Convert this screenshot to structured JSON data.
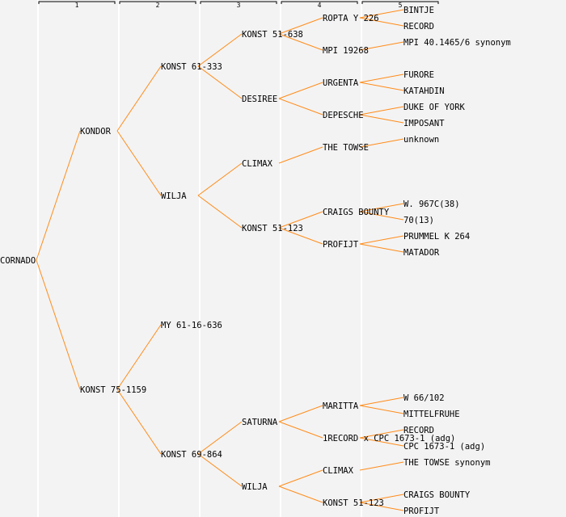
{
  "colors": {
    "line": "#ff8c1a",
    "text": "#000000",
    "highlight": "#0000ff",
    "background": "#f3f3f3",
    "divider": "#ffffff"
  },
  "generations": [
    "1",
    "2",
    "3",
    "4",
    "5"
  ],
  "tree": {
    "label": "CORNADO",
    "children": [
      {
        "label": "KONDOR",
        "children": [
          {
            "label": "KONST 61-333",
            "children": [
              {
                "label": "KONST 51-638",
                "children": [
                  {
                    "label": "ROPTA Y 226",
                    "children": [
                      {
                        "label": "BINTJE"
                      },
                      {
                        "label": "RECORD"
                      }
                    ]
                  },
                  {
                    "label": "MPI 19268",
                    "highlight": true,
                    "children": [
                      {
                        "label": "MPI 40.1465/6 synonym"
                      },
                      null
                    ]
                  }
                ]
              },
              {
                "label": "DESIREE",
                "children": [
                  {
                    "label": "URGENTA",
                    "children": [
                      {
                        "label": "FURORE"
                      },
                      {
                        "label": "KATAHDIN"
                      }
                    ]
                  },
                  {
                    "label": "DEPESCHE",
                    "children": [
                      {
                        "label": "DUKE OF YORK"
                      },
                      {
                        "label": "IMPOSANT"
                      }
                    ]
                  }
                ]
              }
            ]
          },
          {
            "label": "WILJA",
            "children": [
              {
                "label": "CLIMAX",
                "highlight": true,
                "children": [
                  {
                    "label": "THE TOWSE",
                    "children": [
                      {
                        "label": "unknown"
                      },
                      null
                    ]
                  },
                  null
                ]
              },
              {
                "label": "KONST 51-123",
                "children": [
                  {
                    "label": "CRAIGS BOUNTY",
                    "children": [
                      {
                        "label": "W. 967C(38)"
                      },
                      {
                        "label": "70(13)"
                      }
                    ]
                  },
                  {
                    "label": "PROFIJT",
                    "children": [
                      {
                        "label": "PRUMMEL K 264"
                      },
                      {
                        "label": "MATADOR"
                      }
                    ]
                  }
                ]
              }
            ]
          }
        ]
      },
      {
        "label": "KONST 75-1159",
        "children": [
          {
            "label": "MY 61-16-636"
          },
          {
            "label": "KONST 69-864",
            "children": [
              {
                "label": "SATURNA",
                "children": [
                  {
                    "label": "MARITTA",
                    "children": [
                      {
                        "label": "W 66/102"
                      },
                      {
                        "label": "MITTELFRUHE"
                      }
                    ]
                  },
                  {
                    "label": "1RECORD x CPC 1673-1 (adg)",
                    "children": [
                      {
                        "label": "RECORD"
                      },
                      {
                        "label": "CPC 1673-1 (adg)"
                      }
                    ]
                  }
                ]
              },
              {
                "label": "WILJA",
                "children": [
                  {
                    "label": "CLIMAX",
                    "highlight": true,
                    "children": [
                      {
                        "label": "THE TOWSE synonym"
                      },
                      null
                    ]
                  },
                  {
                    "label": "KONST 51-123",
                    "children": [
                      {
                        "label": "CRAIGS BOUNTY"
                      },
                      {
                        "label": "PROFIJT"
                      }
                    ]
                  }
                ]
              }
            ]
          }
        ]
      }
    ]
  }
}
